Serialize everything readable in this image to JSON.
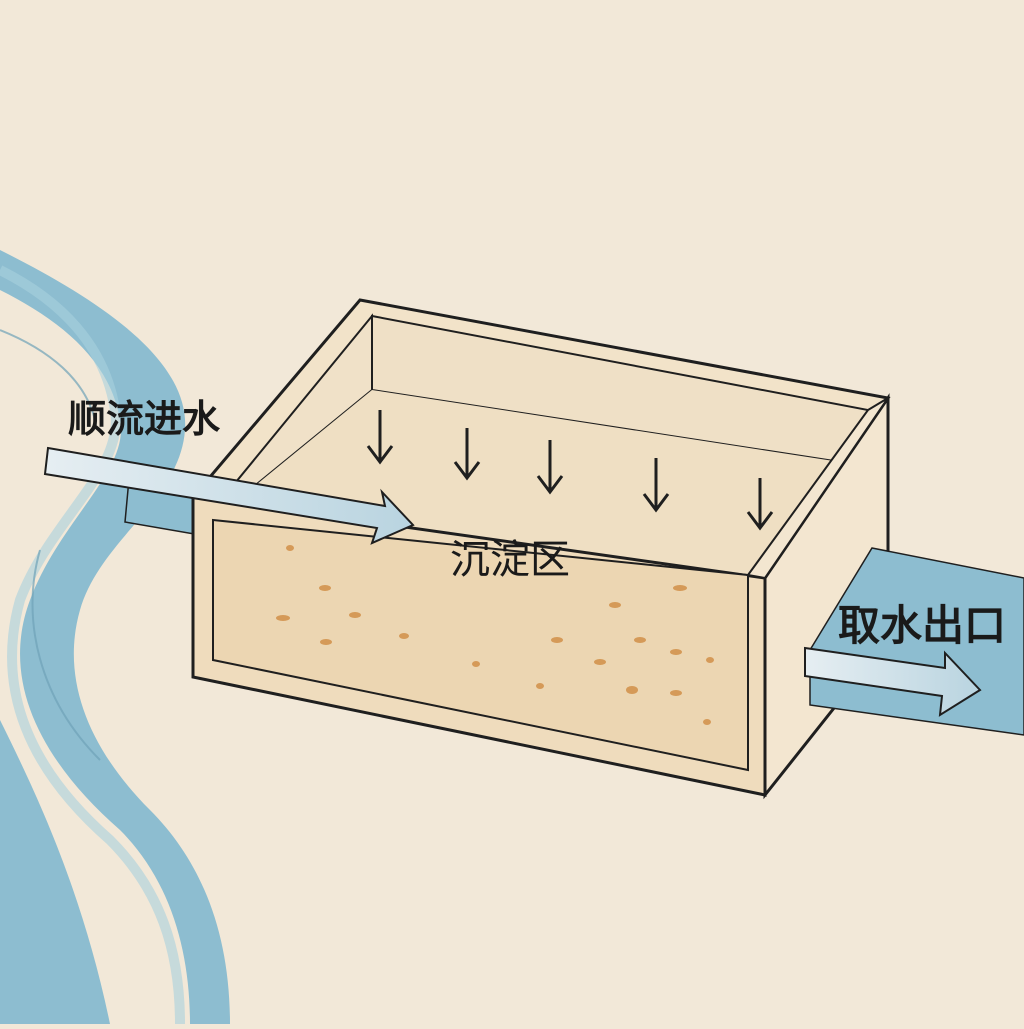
{
  "labels": {
    "inlet": "顺流进水",
    "settling_zone": "沉淀区",
    "outlet": "取水出口"
  },
  "colors": {
    "background": "#f2e8d8",
    "water": "#8dbdd0",
    "tank_face": "#f3e6d0",
    "sediment": "#ecd8b6",
    "particle": "#d59a58",
    "outline": "#1f1f1f"
  }
}
